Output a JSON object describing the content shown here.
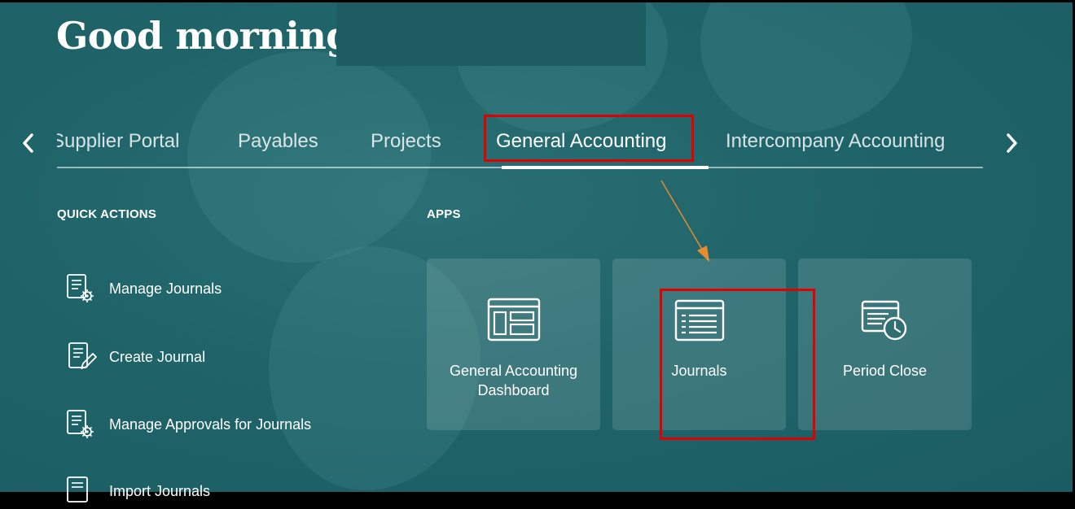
{
  "greeting": "Good morning,",
  "tabs": [
    {
      "label": "Supplier Portal"
    },
    {
      "label": "Payables"
    },
    {
      "label": "Projects"
    },
    {
      "label": "General Accounting"
    },
    {
      "label": "Intercompany Accounting"
    }
  ],
  "active_tab": "General Accounting",
  "quick_actions": {
    "title": "QUICK ACTIONS",
    "items": [
      {
        "label": "Manage Journals",
        "icon": "manage-journals-icon"
      },
      {
        "label": "Create Journal",
        "icon": "create-journal-icon"
      },
      {
        "label": "Manage Approvals for Journals",
        "icon": "manage-approvals-icon"
      },
      {
        "label": "Import Journals",
        "icon": "import-journals-icon"
      }
    ]
  },
  "apps": {
    "title": "APPS",
    "tiles": [
      {
        "label": "General Accounting Dashboard",
        "icon": "dashboard-icon"
      },
      {
        "label": "Journals",
        "icon": "journals-icon"
      },
      {
        "label": "Period Close",
        "icon": "period-close-icon"
      }
    ]
  },
  "colors": {
    "background": "#1f6469",
    "highlight": "#e00000",
    "annotation_arrow": "#e88a2e",
    "text": "#ffffff"
  }
}
